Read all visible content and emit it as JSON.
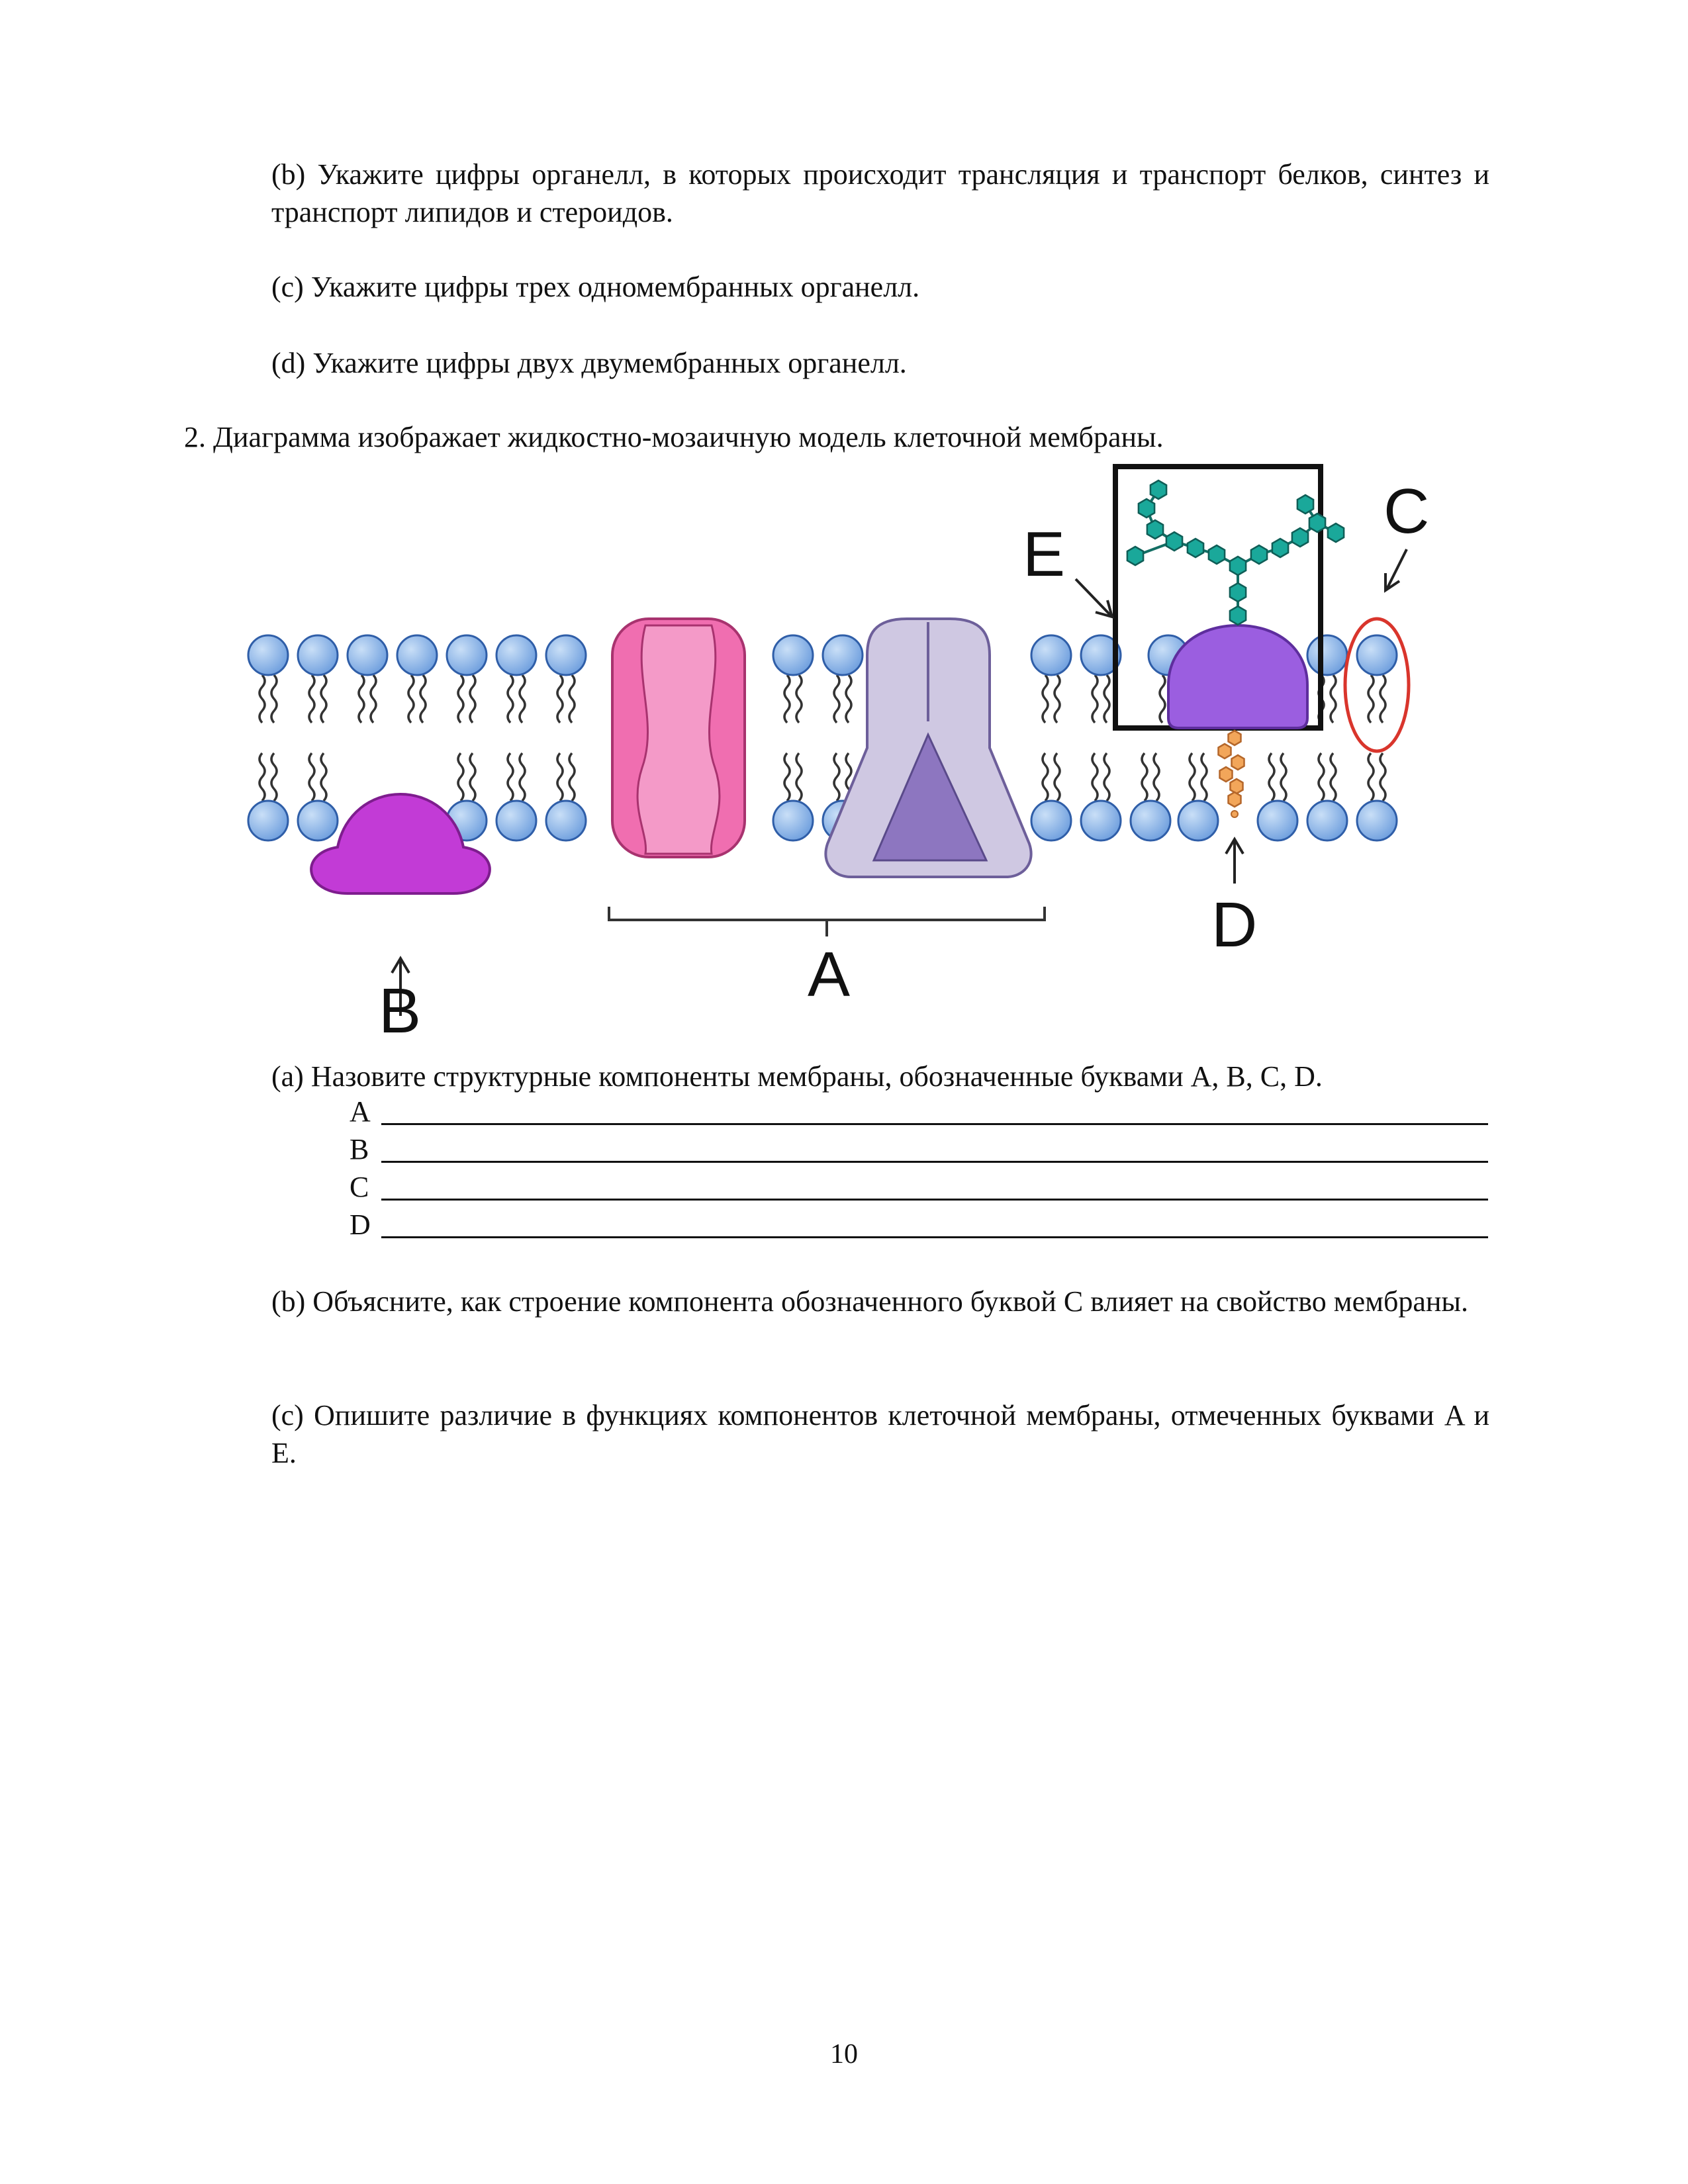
{
  "questions_prev": {
    "b": "(b) Укажите цифры органелл, в которых происходит трансляция и транспорт белков, синтез и транспорт липидов и стероидов.",
    "c": "(c) Укажите цифры трех одномембранных органелл.",
    "d": "(d) Укажите цифры двух двумембранных органелл."
  },
  "question2": {
    "intro": "2. Диаграмма изображает жидкостно-мозаичную модель клеточной мембраны.",
    "diagram_labels": {
      "A": "A",
      "B": "B",
      "C": "C",
      "D": "D",
      "E": "E"
    },
    "a": "(a) Назовите структурные компоненты мембраны, обозначенные буквами A, B, C, D.",
    "blanks": [
      "A",
      "B",
      "C",
      "D"
    ],
    "b": "(b) Объясните, как строение компонента обозначенного буквой C влияет на свойство мембраны.",
    "c": "(c) Опишите различие в функциях компонентов клеточной мембраны, отмеченных буквами A и E."
  },
  "page_number": "10",
  "colors": {
    "phospholipid_head": "#8fb8ea",
    "channel_protein": "#f06eb0",
    "peripheral_protein": "#c23bd6",
    "transport_protein": "#c9c2dd",
    "glycoprotein": "#9b5ee0",
    "carbohydrate": "#1aa89a",
    "cholesterol": "#f2a65a",
    "highlight_circle": "#d9352c"
  }
}
